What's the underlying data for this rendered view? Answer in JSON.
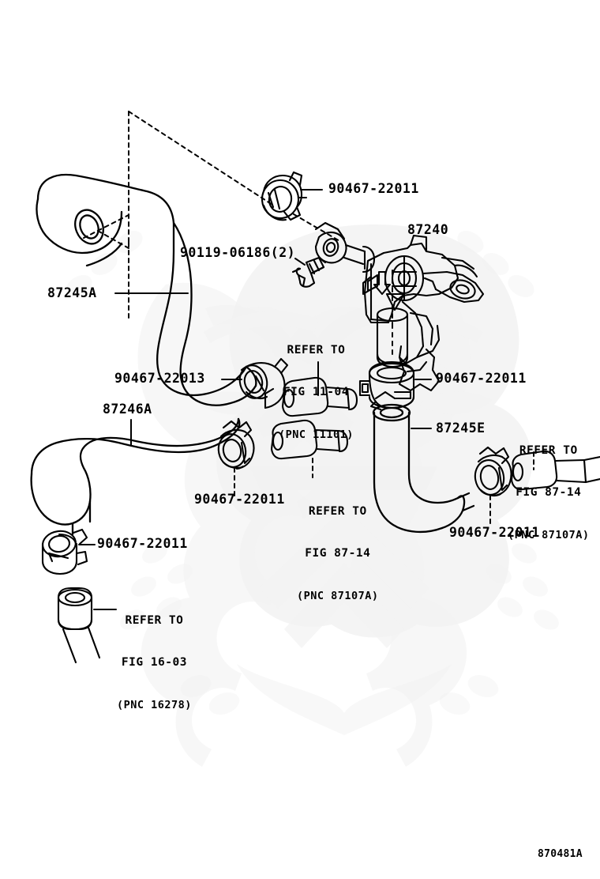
{
  "diagram": {
    "code": "870481A",
    "background_color": "#ffffff",
    "line_color": "#000000",
    "watermark_color": "#f2f2f2"
  },
  "parts": {
    "hose_87245A": "87245A",
    "hose_87246A": "87246A",
    "hose_87245E": "87245E",
    "valve_87240": "87240",
    "bolt_90119": "90119-06186(2)",
    "clamp_22013": "90467-22013",
    "clamp_22011_top": "90467-22011",
    "clamp_22011_valve": "90467-22011",
    "clamp_22011_mid": "90467-22011",
    "clamp_22011_lower_left": "90467-22011",
    "clamp_22011_right": "90467-22011"
  },
  "references": {
    "fig_11_04": {
      "line1": "REFER TO",
      "line2": "FIG 11-04",
      "line3": "(PNC 11101)"
    },
    "fig_87_14_mid": {
      "line1": "REFER TO",
      "line2": "FIG 87-14",
      "line3": "(PNC 87107A)"
    },
    "fig_87_14_right": {
      "line1": "REFER TO",
      "line2": "FIG 87-14",
      "line3": "(PNC 87107A)"
    },
    "fig_16_03": {
      "line1": "REFER TO",
      "line2": "FIG 16-03",
      "line3": "(PNC 16278)"
    }
  }
}
